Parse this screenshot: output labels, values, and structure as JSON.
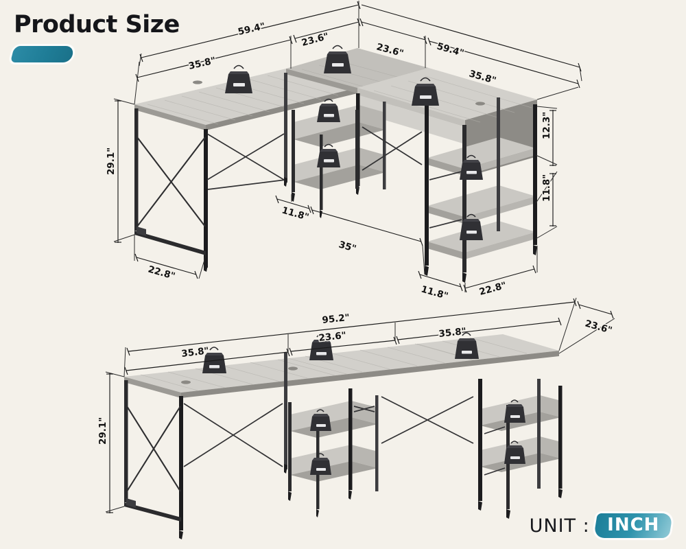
{
  "page": {
    "title": "Product Size",
    "background_color": "#F4F1EA",
    "accent_color": "#1F7D97"
  },
  "unit": {
    "label": "UNIT :",
    "value": "INCH"
  },
  "diagrams": [
    {
      "id": "l-shape-configuration",
      "name": "L-Shaped Desk Configuration",
      "dimensions": {
        "top_left_outer": "59.4\"",
        "top_left_inner": "35.8\"",
        "top_center_left": "23.6\"",
        "top_center_right": "23.6\"",
        "top_right_outer": "59.4\"",
        "top_right_inner": "35.8\"",
        "left_height": "29.1\"",
        "left_depth": "22.8\"",
        "center_shelf_depth": "11.8\"",
        "center_span": "35\"",
        "right_shelf_depth": "11.8\"",
        "right_depth": "22.8\"",
        "right_upper_shelf_gap": "12.3\"",
        "right_lower_shelf_gap": "11.8\""
      }
    },
    {
      "id": "straight-configuration",
      "name": "Straight Long Desk Configuration",
      "dimensions": {
        "total_length": "95.2\"",
        "left_segment": "35.8\"",
        "center_segment": "23.6\"",
        "right_segment": "35.8\"",
        "depth": "23.6\"",
        "height": "29.1\""
      }
    }
  ],
  "labels": {
    "d_59_4_a": "59.4\"",
    "d_35_8_a": "35.8\"",
    "d_23_6_a": "23.6\"",
    "d_23_6_b": "23.6\"",
    "d_59_4_b": "59.4\"",
    "d_35_8_b": "35.8\"",
    "d_29_1_a": "29.1\"",
    "d_22_8_a": "22.8\"",
    "d_11_8_a": "11.8\"",
    "d_35": "35\"",
    "d_11_8_b": "11.8\"",
    "d_22_8_b": "22.8\"",
    "d_12_3": "12.3\"",
    "d_11_8_c": "11.8\"",
    "d_95_2": "95.2\"",
    "d_35_8_c": "35.8\"",
    "d_23_6_c": "23.6\"",
    "d_35_8_d": "35.8\"",
    "d_23_6_d": "23.6\"",
    "d_29_1_b": "29.1\""
  }
}
